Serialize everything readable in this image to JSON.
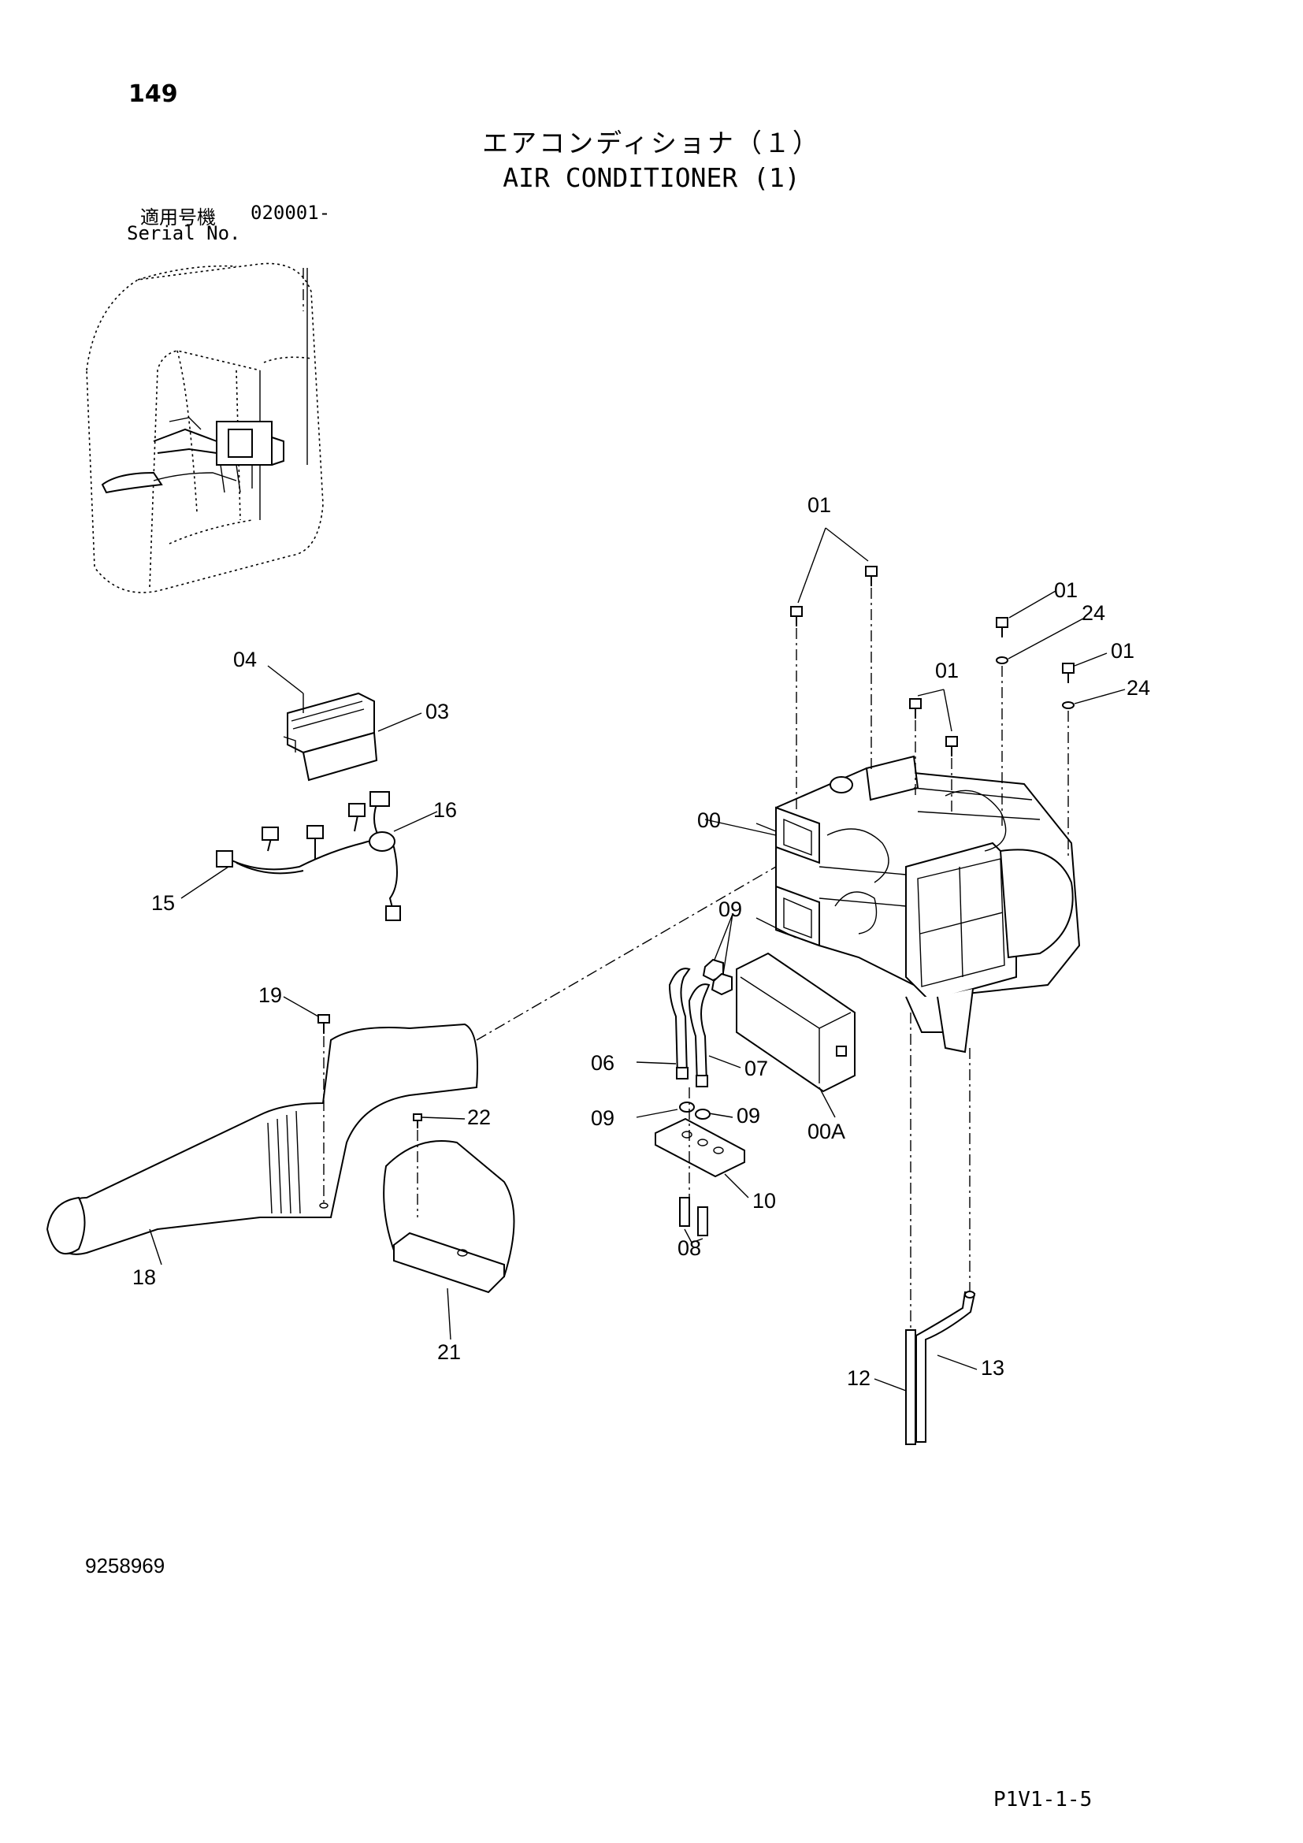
{
  "page_number": "149",
  "title_ja": "エアコンディショナ（１）",
  "title_en": "AIR CONDITIONER (1)",
  "serial": {
    "label_ja": "適用号機",
    "value": "020001-",
    "label_en": "Serial No."
  },
  "callouts": {
    "c01a": "01",
    "c01b": "01",
    "c01c": "01",
    "c01d": "01",
    "c24a": "24",
    "c24b": "24",
    "c04": "04",
    "c03": "03",
    "c16": "16",
    "c15": "15",
    "c00": "00",
    "c09a": "09",
    "c09b": "09",
    "c09c": "09",
    "c06": "06",
    "c07": "07",
    "c00A": "00A",
    "c19": "19",
    "c22": "22",
    "c10": "10",
    "c08": "08",
    "c18": "18",
    "c21": "21",
    "c12": "12",
    "c13": "13"
  },
  "drawing_number": "9258969",
  "page_code": "P1V1-1-5"
}
